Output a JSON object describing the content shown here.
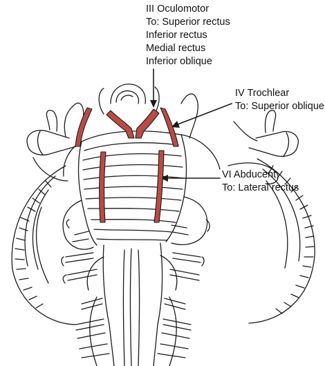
{
  "colors": {
    "nerve": "#b94c45",
    "ink": "#1a1a1a",
    "background": "#ffffff"
  },
  "labels": {
    "oculomotor": {
      "name": "III Oculomotor",
      "lines": [
        "To: Superior rectus",
        "Inferior rectus",
        "Medial rectus",
        "Inferior oblique"
      ]
    },
    "trochlear": {
      "name": "IV Trochlear",
      "lines": [
        "To: Superior oblique"
      ]
    },
    "abducent": {
      "name": "VI Abducent",
      "lines": [
        "To: Lateral rectus"
      ]
    }
  }
}
